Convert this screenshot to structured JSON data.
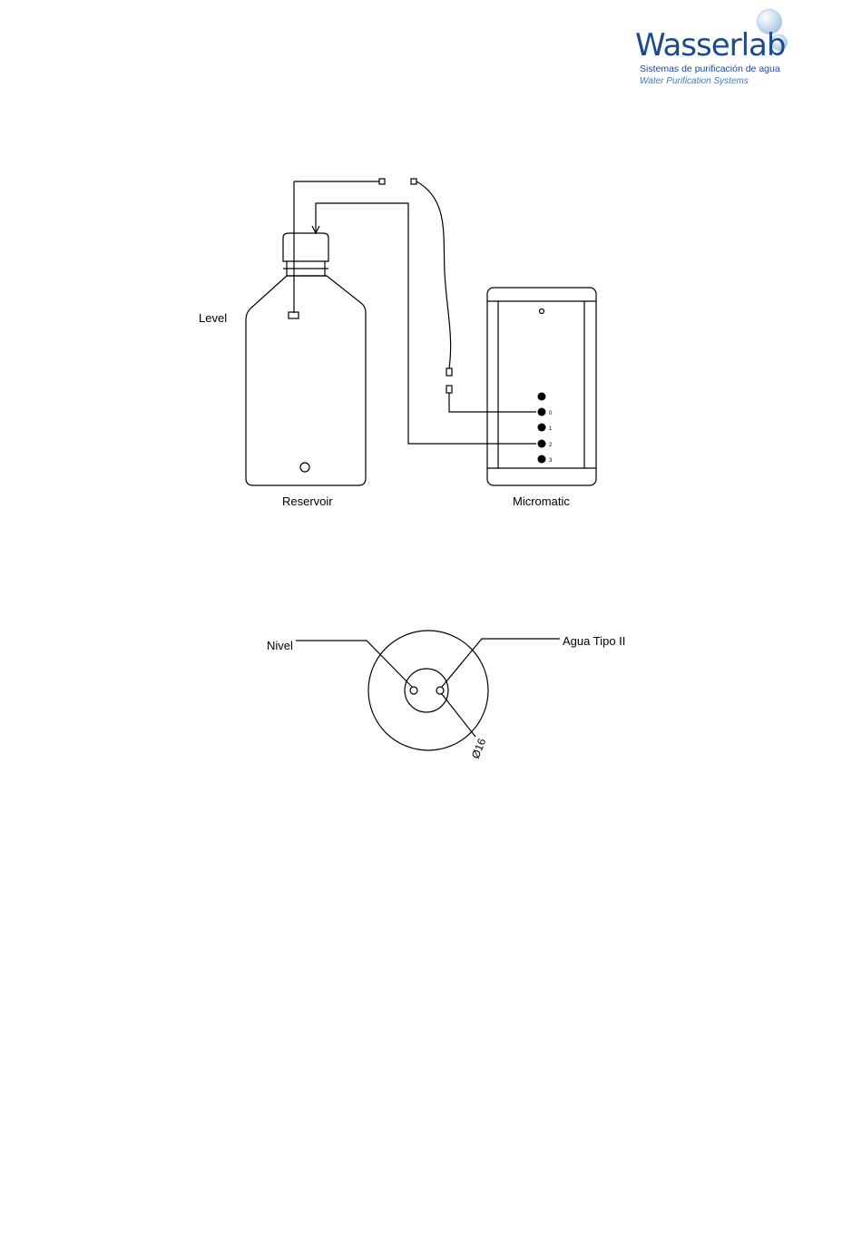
{
  "logo": {
    "name": "Wasserlab",
    "tagline_es": "Sistemas de purificación de agua",
    "tagline_en": "Water Purification Systems"
  },
  "diagram1": {
    "label_level": "Level",
    "label_reservoir": "Reservoir",
    "label_micromatic": "Micromatic",
    "port_labels": [
      "0",
      "1",
      "2",
      "3"
    ]
  },
  "diagram2": {
    "label_nivel": "Nivel",
    "label_agua": "Agua Tipo II",
    "dimension": "Ø16"
  }
}
